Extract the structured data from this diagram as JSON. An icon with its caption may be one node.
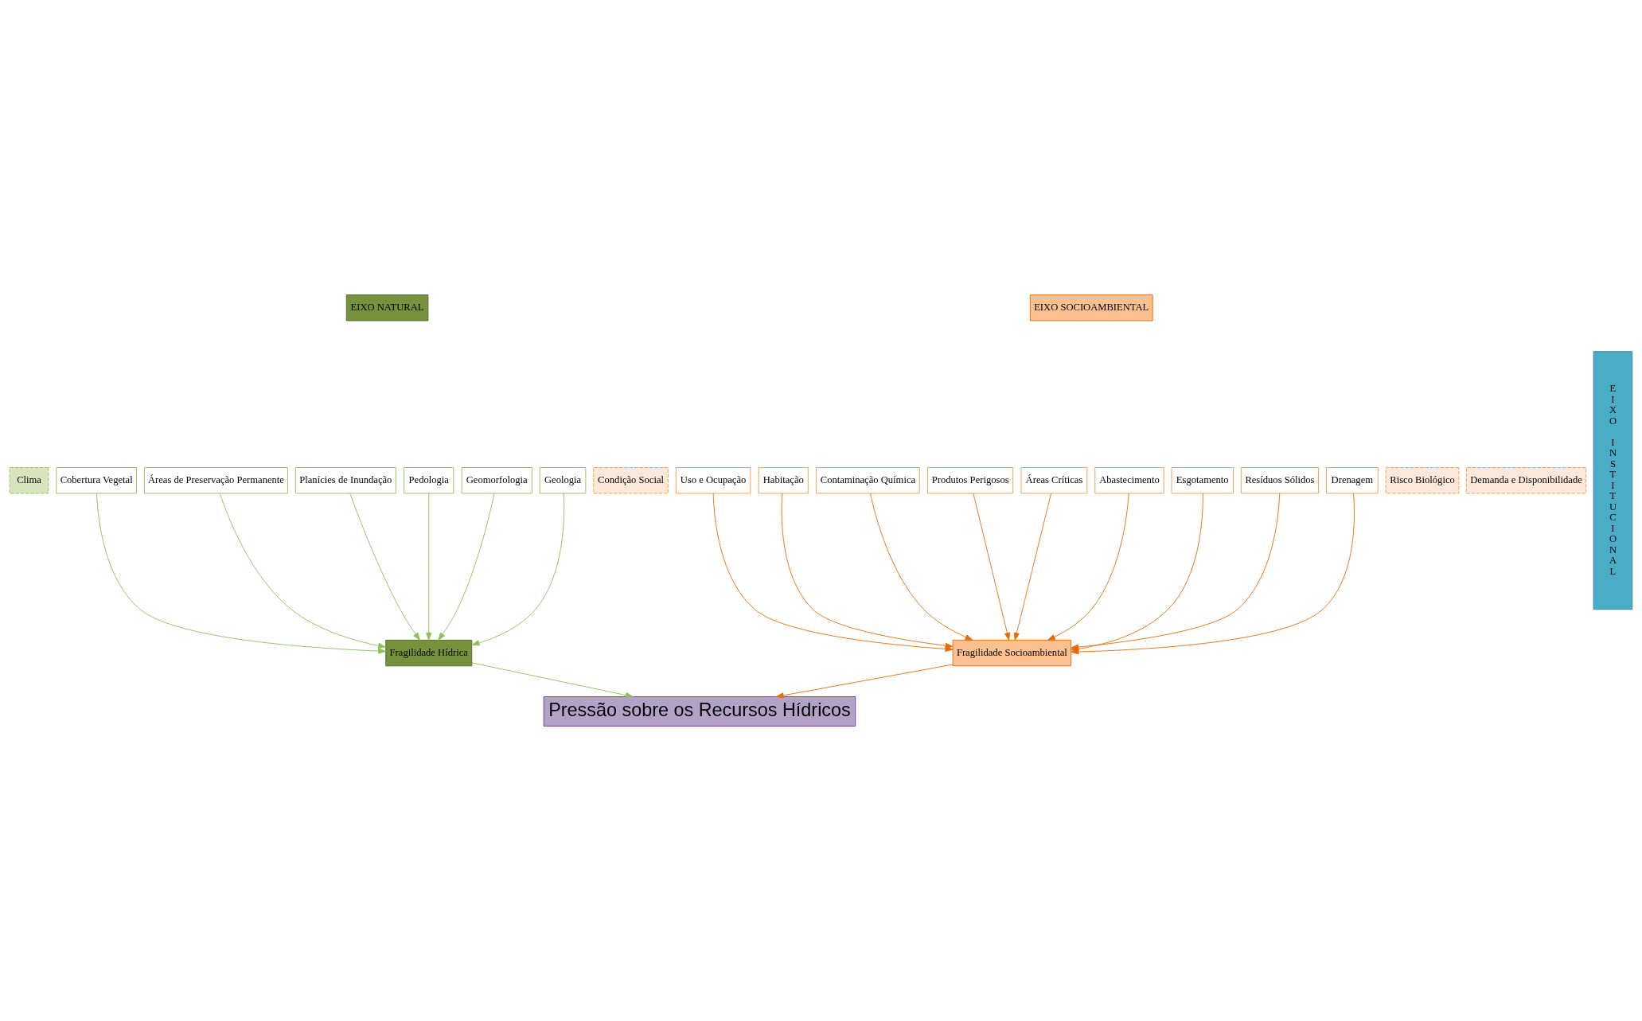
{
  "diagram": {
    "nodes": [
      {
        "text": [
          "EIXO NATURAL"
        ]
      },
      {
        "text": [
          "EIXO SOCIOAMBIENTAL"
        ]
      },
      {
        "text": [
          "Clima"
        ]
      },
      {
        "text": [
          "Cobertura Vegetal"
        ]
      },
      {
        "text": [
          "Áreas de Preservação Permanente"
        ]
      },
      {
        "text": [
          "Planícies de Inundação"
        ]
      },
      {
        "text": [
          "Pedologia"
        ]
      },
      {
        "text": [
          "Geomorfologia"
        ]
      },
      {
        "text": [
          "Geologia"
        ]
      },
      {
        "text": [
          "Condição Social"
        ]
      },
      {
        "text": [
          "Uso e Ocupação"
        ]
      },
      {
        "text": [
          "Habitação"
        ]
      },
      {
        "text": [
          "Contaminação Química"
        ]
      },
      {
        "text": [
          "Produtos Perigosos"
        ]
      },
      {
        "text": [
          "Áreas Críticas"
        ]
      },
      {
        "text": [
          "Abastecimento"
        ]
      },
      {
        "text": [
          "Esgotamento"
        ]
      },
      {
        "text": [
          "Resíduos Sólidos"
        ]
      },
      {
        "text": [
          "Drenagem"
        ]
      },
      {
        "text": [
          "Risco Biológico"
        ]
      },
      {
        "text": [
          "Demanda e Disponibilidade"
        ]
      },
      {
        "text": [
          "Fragilidade Hídrica"
        ]
      },
      {
        "text": [
          "Fragilidade Socioambiental"
        ]
      },
      {
        "text": [
          "Pressão sobre os Recursos Hídricos"
        ]
      },
      {
        "text": [
          "EIXO INSTITUCIONAL"
        ]
      }
    ],
    "edges": [
      {
        "from": 3,
        "to": 21,
        "arrow": "to",
        "color": "#8cbf5a"
      },
      {
        "from": 4,
        "to": 21,
        "arrow": "to",
        "color": "#8cbf5a"
      },
      {
        "from": 5,
        "to": 21,
        "arrow": "to",
        "color": "#8cbf5a"
      },
      {
        "from": 6,
        "to": 21,
        "arrow": "to",
        "color": "#8cbf5a"
      },
      {
        "from": 7,
        "to": 21,
        "arrow": "to",
        "color": "#8cbf5a"
      },
      {
        "from": 8,
        "to": 21,
        "arrow": "to",
        "color": "#8cbf5a"
      },
      {
        "from": 10,
        "to": 22,
        "arrow": "to"
      },
      {
        "from": 11,
        "to": 22,
        "arrow": "to"
      },
      {
        "from": 12,
        "to": 22,
        "arrow": "to"
      },
      {
        "from": 13,
        "to": 22,
        "arrow": "to"
      },
      {
        "from": 14,
        "to": 22,
        "arrow": "to"
      },
      {
        "from": 15,
        "to": 22,
        "arrow": "to"
      },
      {
        "from": 16,
        "to": 22,
        "arrow": "to"
      },
      {
        "from": 17,
        "to": 22,
        "arrow": "to"
      },
      {
        "from": 18,
        "to": 22,
        "arrow": "to"
      },
      {
        "from": 21,
        "to": 23,
        "arrow": "to",
        "color": "#8cbf5a"
      },
      {
        "from": 22,
        "to": 23,
        "arrow": "to"
      }
    ]
  }
}
